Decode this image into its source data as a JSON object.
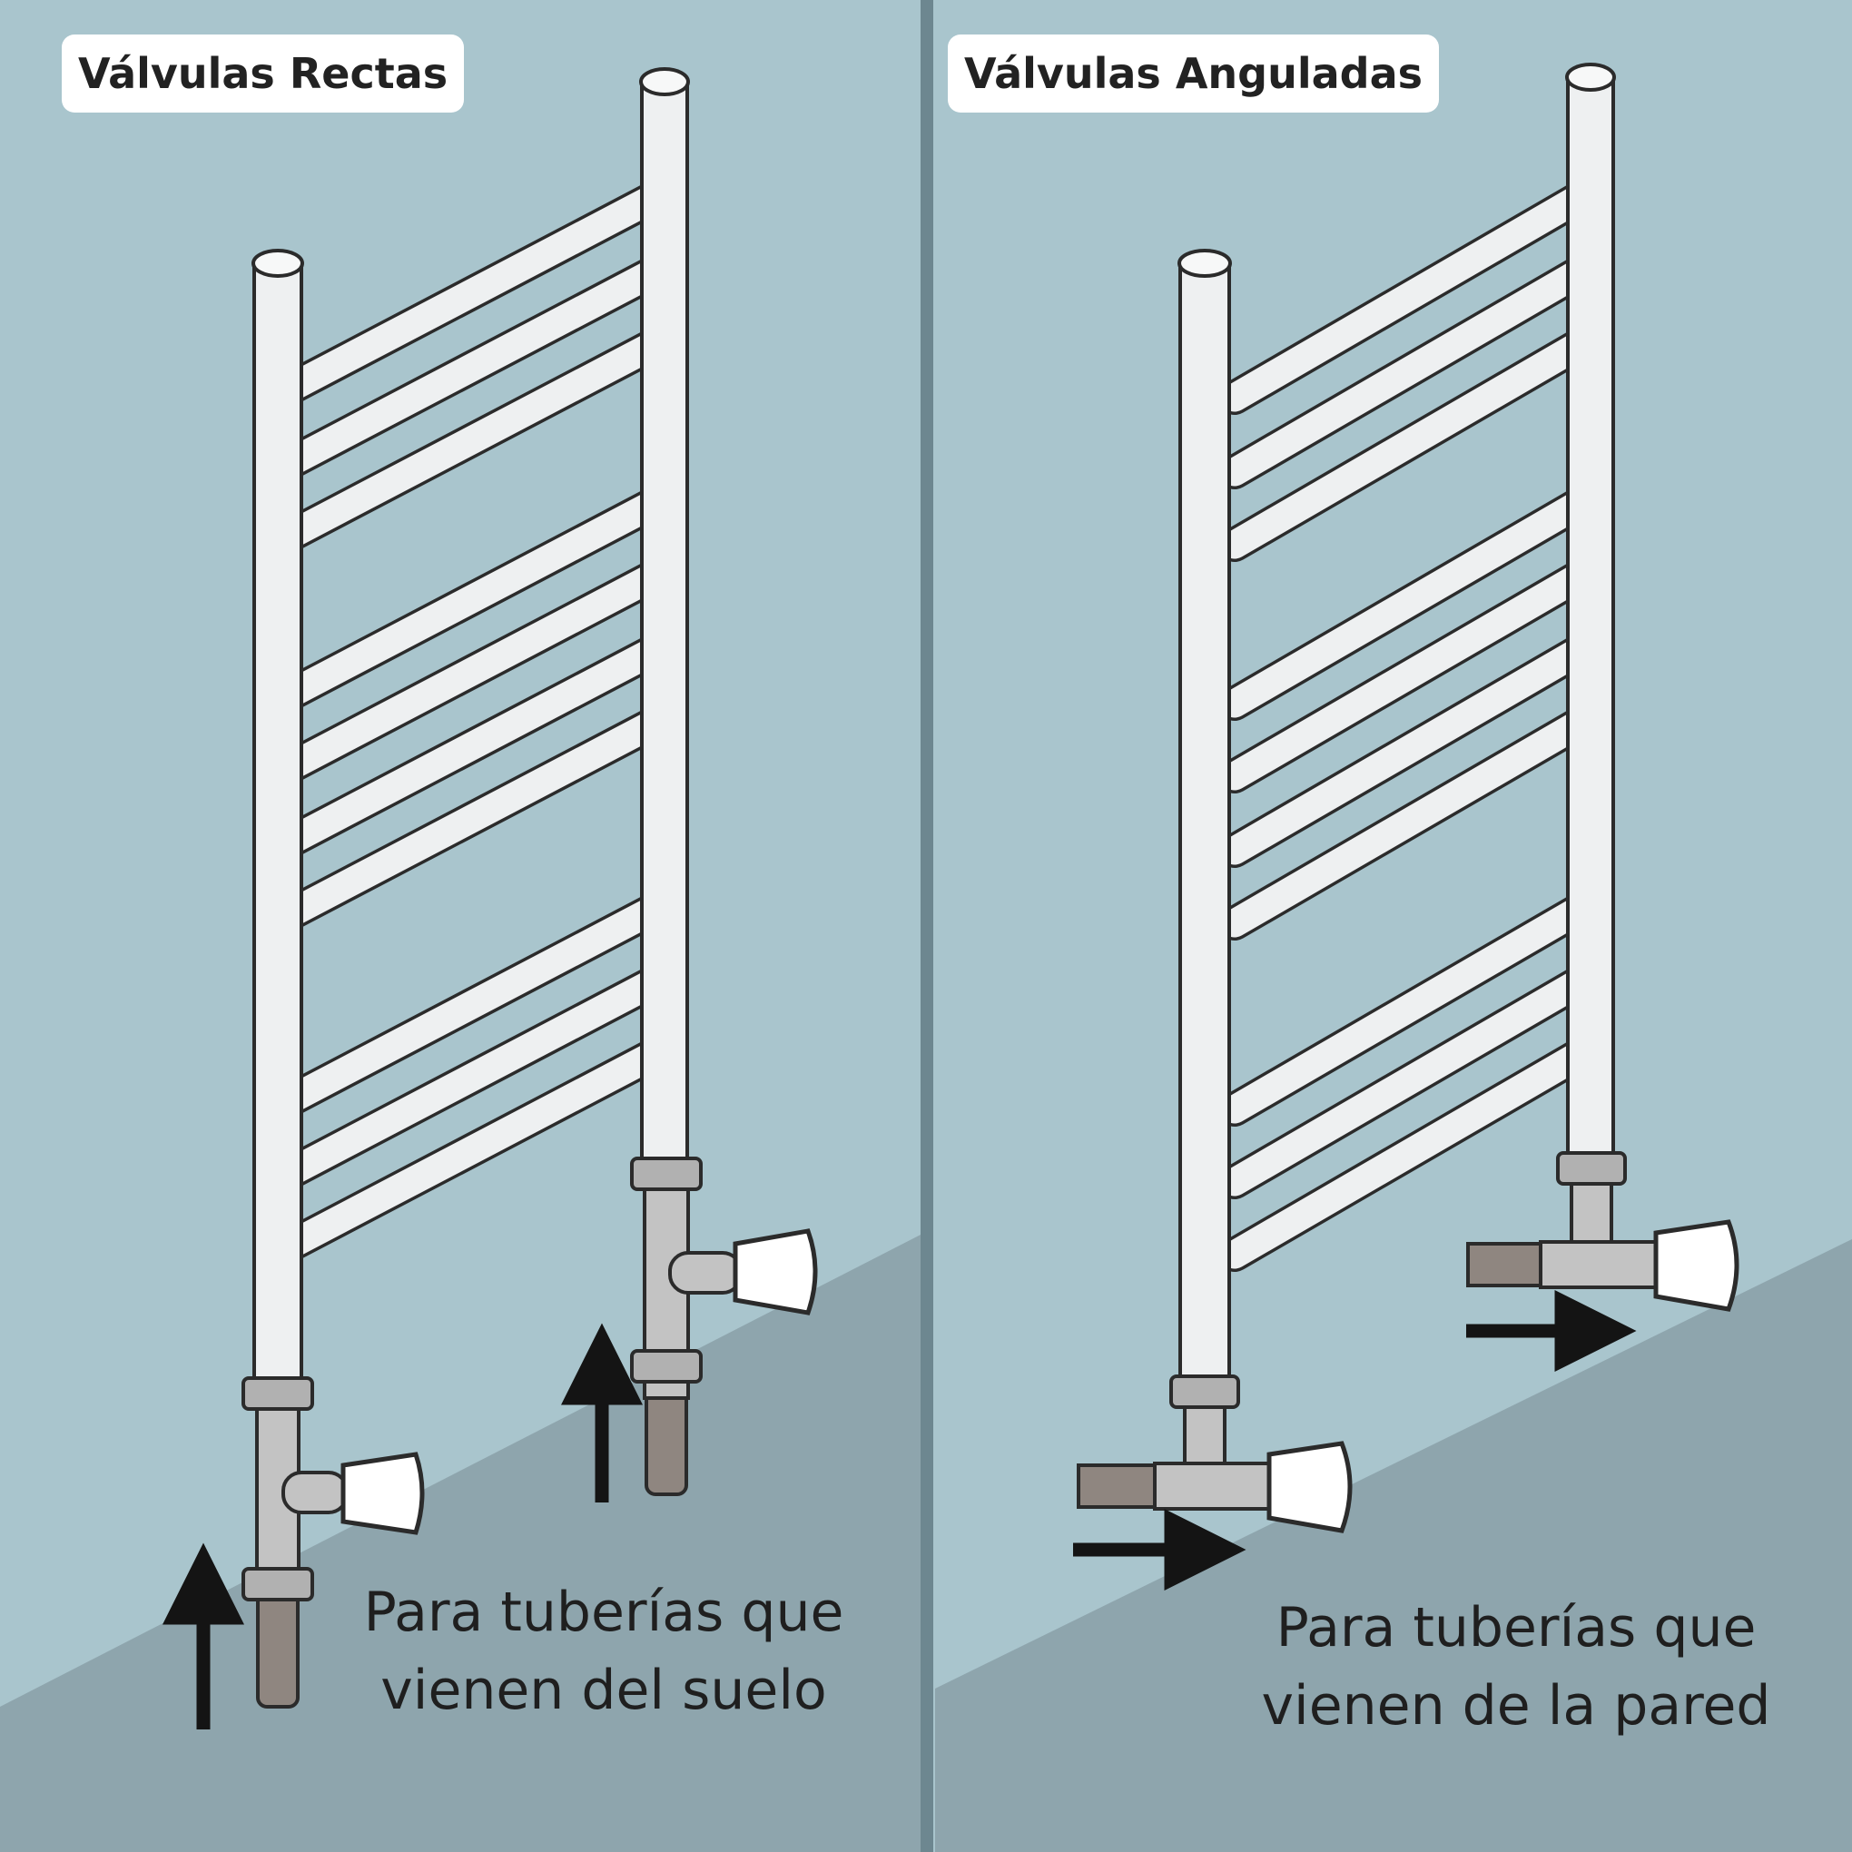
{
  "panels": [
    {
      "label": "Válvulas Rectas",
      "caption": [
        "Para tuberías que",
        "vienen del suelo"
      ],
      "pipe_direction": "up-from-floor"
    },
    {
      "label": "Válvulas Anguladas",
      "caption": [
        "Para tuberías que",
        "vienen de la pared"
      ],
      "pipe_direction": "out-from-wall"
    }
  ],
  "colors": {
    "wall": "#a9c5cd",
    "floor": "#8ea5ad",
    "divider": "#6d8790",
    "rail": "#eef0f1",
    "outline": "#2b2b2b",
    "valve_body": "#c3c3c3",
    "pipe": "#8f8680",
    "knob": "#ffffff",
    "arrow": "#141414"
  }
}
